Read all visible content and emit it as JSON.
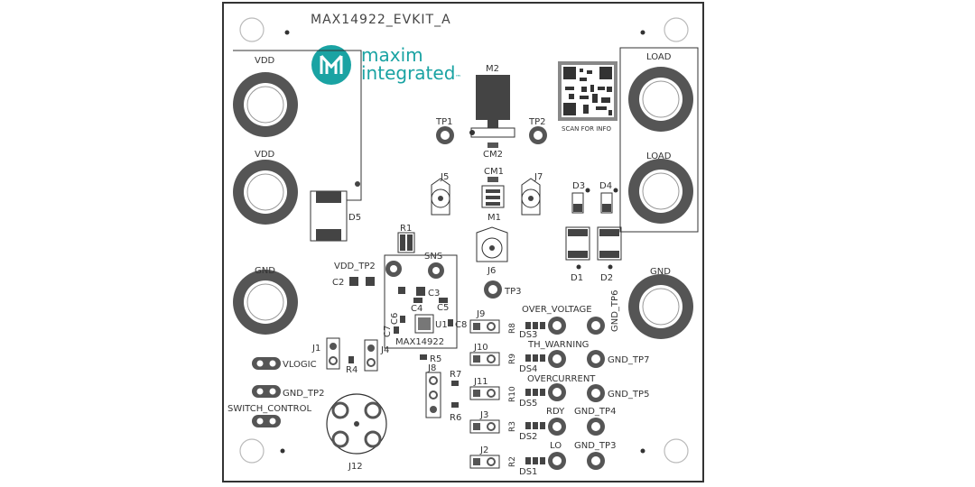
{
  "board_title": "MAX14922_EVKIT_A",
  "logo": {
    "line1": "maxim",
    "line2": "integrated",
    "tm": "™",
    "brand_color": "#1aa3a3"
  },
  "qr_caption": "SCAN FOR INFO",
  "ic_label": "MAX14922",
  "labels": {
    "vdd1": "VDD",
    "vdd2": "VDD",
    "gnd_left": "GND",
    "load1": "LOAD",
    "load2": "LOAD",
    "gnd_right": "GND",
    "m2": "M2",
    "tp1": "TP1",
    "tp2": "TP2",
    "cm2": "CM2",
    "cm1": "CM1",
    "m1": "M1",
    "j5": "J5",
    "j7": "J7",
    "j6": "J6",
    "tp3": "TP3",
    "d3": "D3",
    "d4": "D4",
    "d1": "D1",
    "d2": "D2",
    "d5": "D5",
    "r1": "R1",
    "sns": "SNS",
    "vdd_tp2": "VDD_TP2",
    "c2": "C2",
    "c3": "C3",
    "c4": "C4",
    "c5": "C5",
    "c6": "C6",
    "c7": "C7",
    "c8": "C8",
    "u1": "U1",
    "j9": "J9",
    "r8": "R8",
    "ds3": "DS3",
    "over_voltage": "OVER_VOLTAGE",
    "gnd_tp6": "GND_TP6",
    "j10": "J10",
    "r9": "R9",
    "ds4": "DS4",
    "th_warning": "TH_WARNING",
    "gnd_tp7": "GND_TP7",
    "j11": "J11",
    "r10": "R10",
    "ds5": "DS5",
    "overcurrent": "OVERCURRENT",
    "gnd_tp5": "GND_TP5",
    "j3": "J3",
    "r3": "R3",
    "ds2": "DS2",
    "rdy": "RDY",
    "gnd_tp4": "GND_TP4",
    "j2": "J2",
    "r2": "R2",
    "ds1": "DS1",
    "lo": "LO",
    "gnd_tp3": "GND_TP3",
    "j1": "J1",
    "j4": "J4",
    "r4": "R4",
    "r5": "R5",
    "j8": "J8",
    "r6": "R6",
    "r7": "R7",
    "vlogic": "VLOGIC",
    "gnd_tp2": "GND_TP2",
    "switch_control": "SWITCH_CONTROL",
    "j12": "J12"
  }
}
